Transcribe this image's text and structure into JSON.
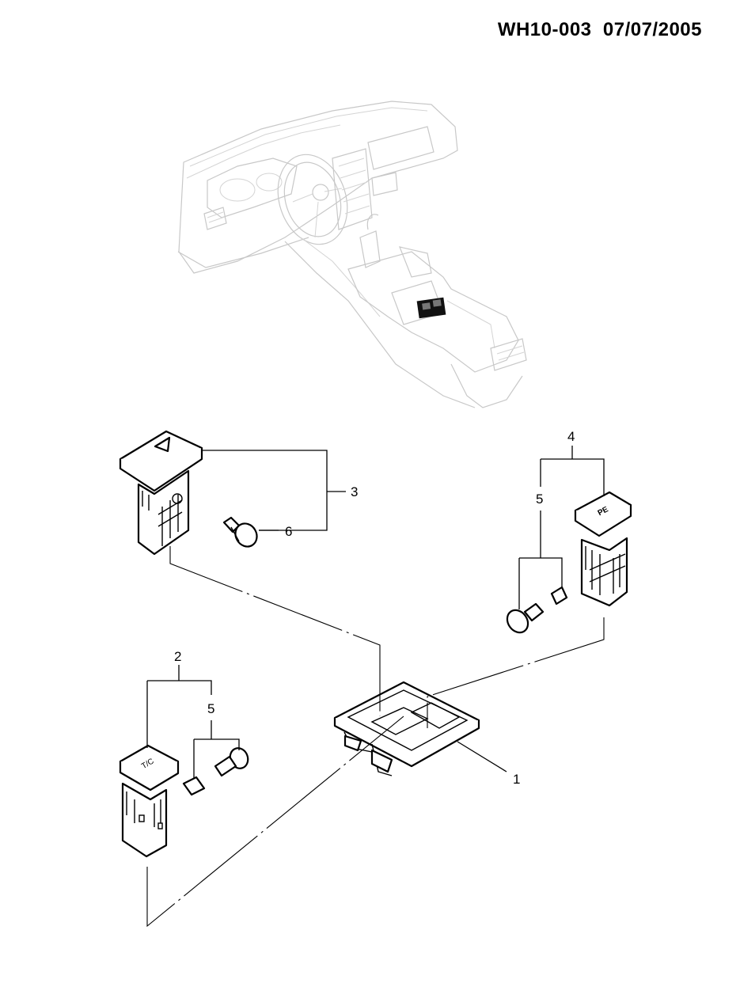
{
  "header": {
    "part_code": "WH10-003",
    "date": "07/07/2005"
  },
  "callouts": {
    "c1": "1",
    "c2": "2",
    "c3": "3",
    "c4": "4",
    "c5_right": "5",
    "c5_left": "5",
    "c6": "6"
  },
  "switch_labels": {
    "tc": "T/C",
    "pe": "PE"
  }
}
